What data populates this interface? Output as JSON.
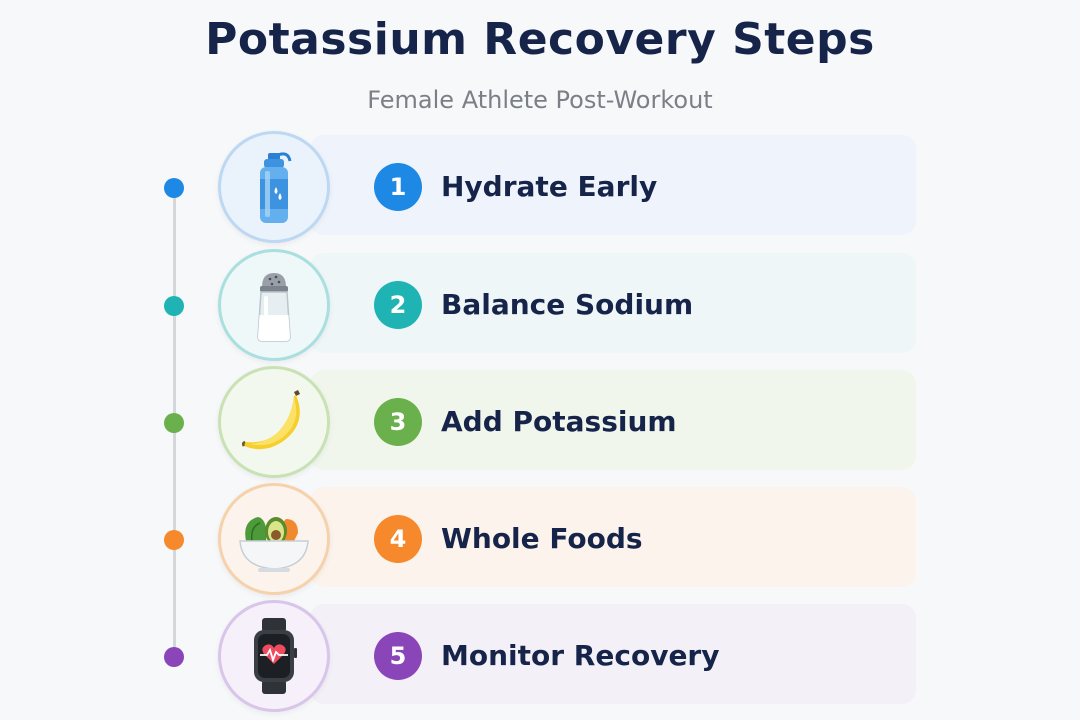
{
  "header": {
    "title": "Potassium Recovery Steps",
    "subtitle": "Female Athlete Post-Workout"
  },
  "steps": [
    {
      "number": "1",
      "label": "Hydrate Early",
      "icon": "water-bottle-icon",
      "accent": "#1e88e5",
      "card_bg": "#eef3fc",
      "ring": "#bcd8f2",
      "circle_bg": "#eaf3fc"
    },
    {
      "number": "2",
      "label": "Balance Sodium",
      "icon": "salt-shaker-icon",
      "accent": "#1fb3b4",
      "card_bg": "#eef6f7",
      "ring": "#a9e0df",
      "circle_bg": "#eef8f8"
    },
    {
      "number": "3",
      "label": "Add Potassium",
      "icon": "banana-icon",
      "accent": "#6ab04c",
      "card_bg": "#f1f6ec",
      "ring": "#c8e2b4",
      "circle_bg": "#f2f8ee"
    },
    {
      "number": "4",
      "label": "Whole Foods",
      "icon": "salad-bowl-icon",
      "accent": "#f5892b",
      "card_bg": "#fbf3ec",
      "ring": "#f6d2ac",
      "circle_bg": "#fcf4ec"
    },
    {
      "number": "5",
      "label": "Monitor Recovery",
      "icon": "smartwatch-heart-icon",
      "accent": "#8a45b8",
      "card_bg": "#f3f0f8",
      "ring": "#d9c5ea",
      "circle_bg": "#f5f0fa"
    }
  ]
}
